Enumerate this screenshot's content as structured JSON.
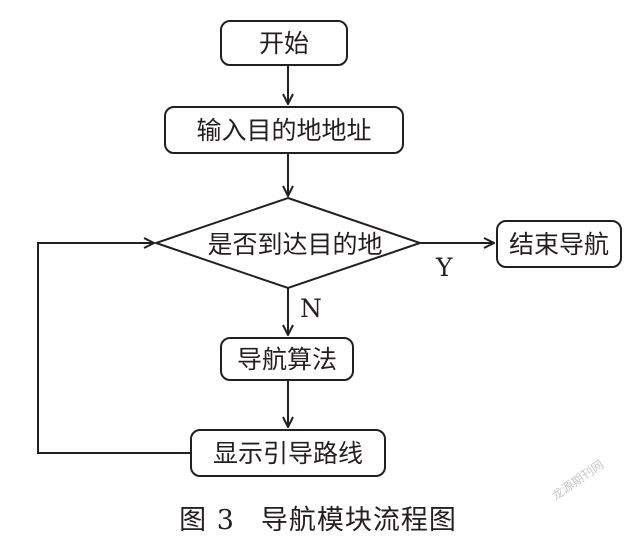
{
  "flowchart": {
    "nodes": {
      "start": "开始",
      "input": "输入目的地地址",
      "decision": "是否到达目的地",
      "end": "结束导航",
      "algorithm": "导航算法",
      "display": "显示引导路线"
    },
    "edges": {
      "yes_label": "Y",
      "no_label": "N"
    }
  },
  "caption": {
    "number": "图 3",
    "title": "导航模块流程图"
  },
  "watermark": "龙源期刊网"
}
